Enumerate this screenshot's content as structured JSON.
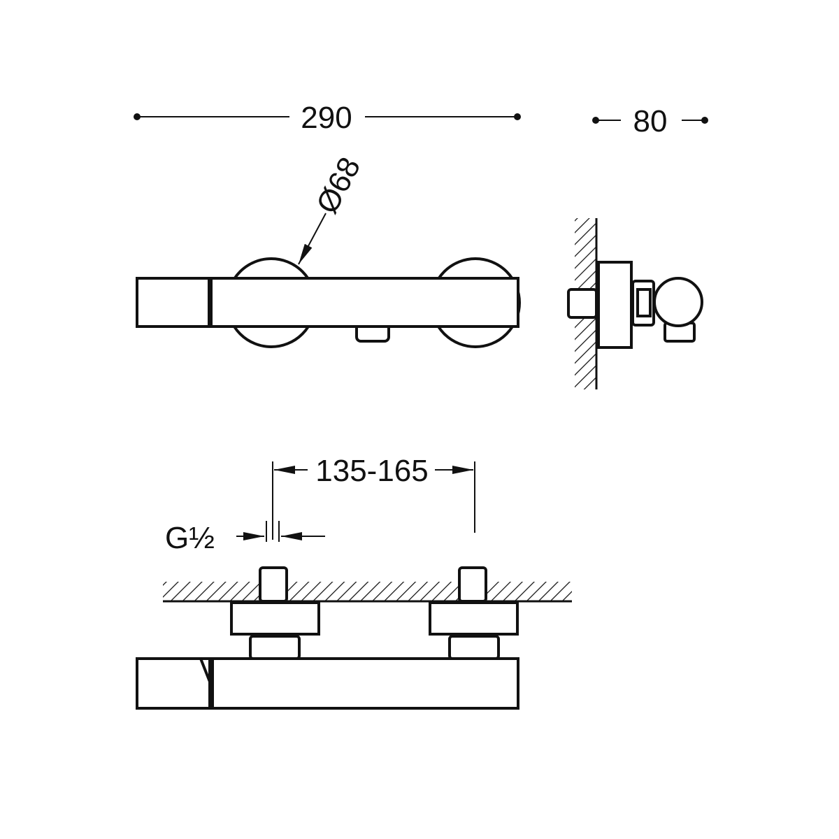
{
  "dimensions": {
    "overall_length": "290",
    "depth": "80",
    "rosette_diameter": "Ø68",
    "inlet_spacing": "135-165",
    "thread": "G½"
  },
  "colors": {
    "line": "#111111",
    "background": "#ffffff"
  }
}
